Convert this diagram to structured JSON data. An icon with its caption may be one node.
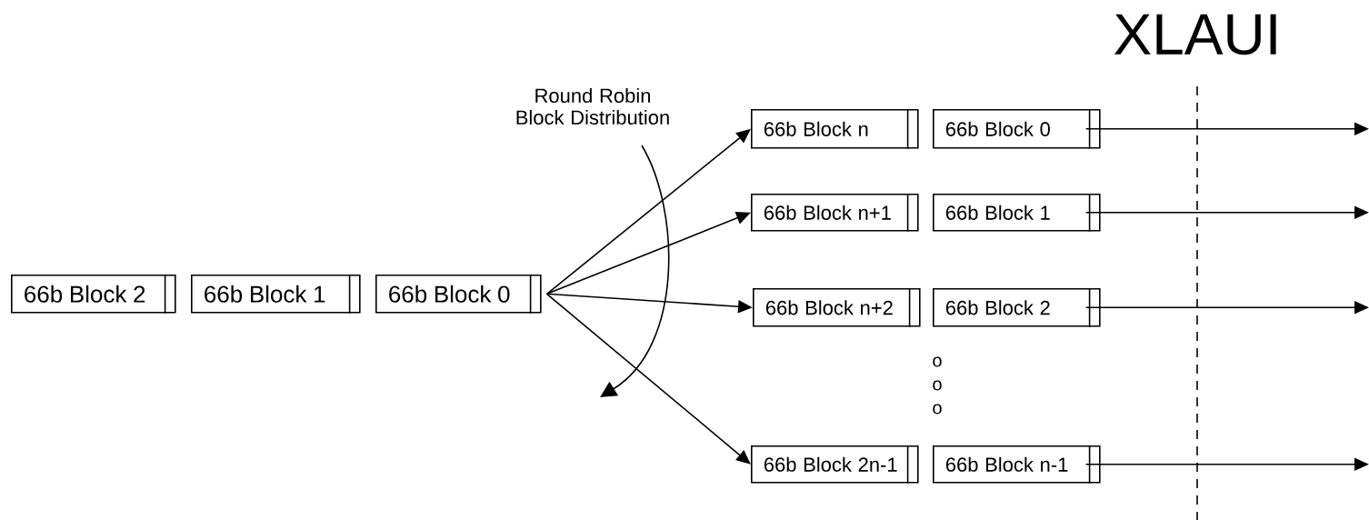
{
  "diagram": {
    "nodes": [
      {
        "text": [
          "66b Block 2"
        ]
      },
      {
        "text": [
          "66b Block 1"
        ]
      },
      {
        "text": [
          "66b Block 0"
        ]
      },
      {
        "text": [
          "66b Block n"
        ]
      },
      {
        "text": [
          "66b Block 0"
        ]
      },
      {
        "text": [
          "66b Block n+1"
        ]
      },
      {
        "text": [
          "66b Block 1"
        ]
      },
      {
        "text": [
          "66b Block n+2"
        ]
      },
      {
        "text": [
          "66b Block 2"
        ]
      },
      {
        "text": [
          "66b Block 2n-1"
        ]
      },
      {
        "text": [
          "66b Block n-1"
        ]
      }
    ],
    "edges": [
      {
        "from": 2,
        "to": 3,
        "arrow": "to"
      },
      {
        "from": 2,
        "to": 5,
        "arrow": "to"
      },
      {
        "from": 2,
        "to": 7,
        "arrow": "to"
      },
      {
        "from": 2,
        "to": 9,
        "arrow": "to"
      },
      {
        "from": 4,
        "to": null,
        "arrow": "to"
      },
      {
        "from": 6,
        "to": null,
        "arrow": "to"
      },
      {
        "from": 8,
        "to": null,
        "arrow": "to"
      },
      {
        "from": 10,
        "to": null,
        "arrow": "to"
      }
    ],
    "labels": [
      "XLAUI",
      "Round Robin Block Distribution",
      "o",
      "o",
      "o"
    ]
  }
}
